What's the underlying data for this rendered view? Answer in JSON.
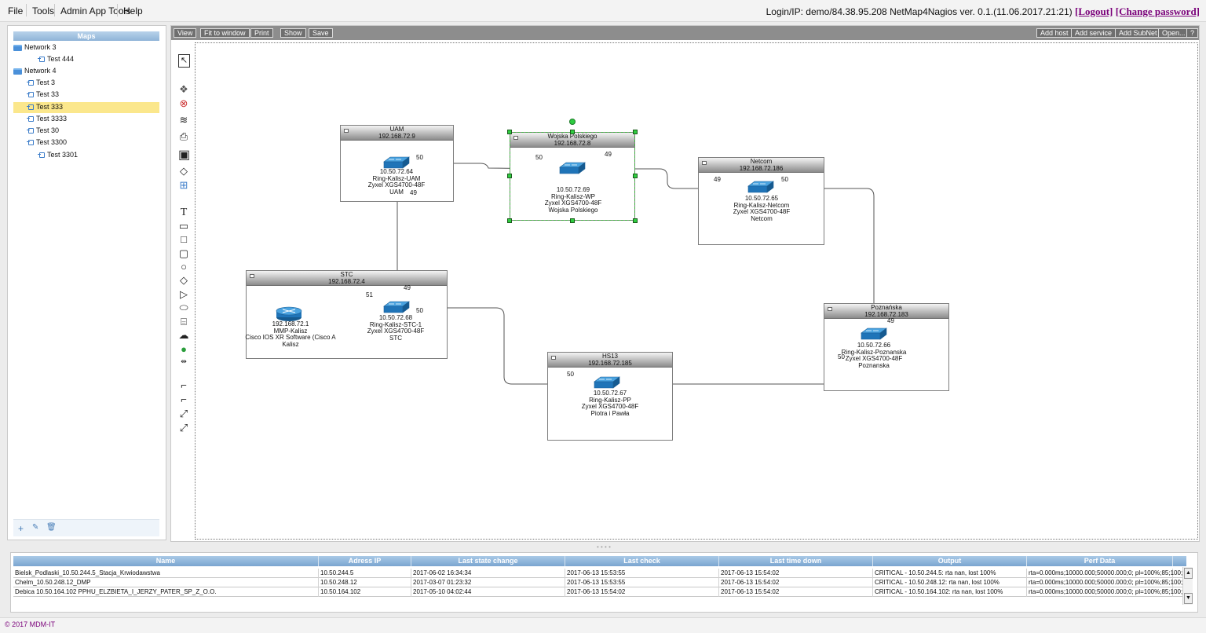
{
  "menubar": {
    "items": [
      "File",
      "Tools",
      "Admin App Tools",
      "Help"
    ],
    "login_text": "Login/IP: demo/84.38.95.208 NetMap4Nagios ver. 0.1.(11.06.2017.21:21)",
    "logout": "[Logout]",
    "change_password": "[Change password]"
  },
  "sidebar": {
    "title": "Maps",
    "items": [
      {
        "label": "Network 3",
        "type": "folder"
      },
      {
        "label": "Test 444",
        "type": "map"
      },
      {
        "label": "Network 4",
        "type": "folder"
      },
      {
        "label": "Test 3",
        "type": "map"
      },
      {
        "label": "Test 33",
        "type": "map"
      },
      {
        "label": "Test 333",
        "type": "map",
        "selected": true
      },
      {
        "label": "Test 3333",
        "type": "map"
      },
      {
        "label": "Test 30",
        "type": "map"
      },
      {
        "label": "Test 3300",
        "type": "map"
      },
      {
        "label": "Test 3301",
        "type": "map"
      }
    ],
    "footer_icons": [
      "plus-icon",
      "pencil-icon",
      "trash-icon"
    ]
  },
  "toolbar": {
    "left": [
      "View",
      "Fit to window",
      "Print",
      "Show",
      "Save"
    ],
    "right": [
      "Add host",
      "Add service",
      "Add SubNet",
      "Open...",
      "?"
    ]
  },
  "tools": [
    "pointer-icon",
    "switch-icon",
    "router-icon",
    "wifi-icon",
    "printer-icon",
    "server-icon",
    "diamond-icon",
    "network-icon",
    "text-icon",
    "note-icon",
    "rectangle-icon",
    "rounded-rect-icon",
    "ellipse-icon",
    "rhombus-icon",
    "triangle-icon",
    "cylinder-h-icon",
    "cylinder-icon",
    "cloud-icon",
    "globe-icon",
    "link-icon",
    "connector-elbow-icon",
    "connector-step-icon",
    "connector-line-icon",
    "line-icon"
  ],
  "nodes": [
    {
      "id": "uam",
      "title": "UAM",
      "ip": "192.168.72.9",
      "lines": [
        "10.50.72.64",
        "Ring-Kalisz-UAM",
        "Zyxel XGS4700-48F",
        "UAM"
      ]
    },
    {
      "id": "wp",
      "title": "Wojska Polskiego",
      "ip": "192.168.72.8",
      "lines": [
        "10.50.72.69",
        "Ring-Kalisz-WP",
        "Zyxel XGS4700-48F",
        "Wojska Polskiego"
      ]
    },
    {
      "id": "netcom",
      "title": "Netcom",
      "ip": "192.168.72.186",
      "lines": [
        "10.50.72.65",
        "Ring-Kalisz-Netcom",
        "Zyxel XGS4700-48F",
        "Netcom"
      ]
    },
    {
      "id": "stc",
      "title": "STC",
      "ip": "192.168.72.4",
      "lines": [
        "10.50.72.68",
        "Ring-Kalisz-STC-1",
        "Zyxel XGS4700-48F",
        "STC"
      ],
      "router_lines": [
        "192.168.72.1",
        "MMP-Kalisz",
        "Cisco IOS XR Software (Cisco A",
        "Kalisz"
      ]
    },
    {
      "id": "poznanska",
      "title": "Poznańska",
      "ip": "192.168.72.183",
      "lines": [
        "10.50.72.66",
        "Ring-Kalisz-Poznanska",
        "Zyxel XGS4700-48F",
        "Poznanska"
      ]
    },
    {
      "id": "hs13",
      "title": "HS13",
      "ip": "192.168.72.185",
      "lines": [
        "10.50.72.67",
        "Ring-Kalisz-PP",
        "Zyxel XGS4700-48F",
        "Piotra i Pawła"
      ]
    }
  ],
  "ports": [
    "50",
    "49",
    "50",
    "49",
    "49",
    "50",
    "49",
    "51",
    "50",
    "49",
    "50",
    "50"
  ],
  "grid": {
    "columns": [
      "Name",
      "Adress IP",
      "Last state change",
      "Last check",
      "Last time down",
      "Output",
      "Perf Data"
    ],
    "rows": [
      [
        "Bielsk_Podlaski_10.50.244.5_Stacja_Krwiodawstwa",
        "10.50.244.5",
        "2017-06-02 16:34:34",
        "2017-06-13 15:53:55",
        "2017-06-13 15:54:02",
        "CRITICAL - 10.50.244.5: rta nan, lost 100%",
        "rta=0.000ms;10000.000;50000.000;0; pl=100%;85;100;;"
      ],
      [
        "Chelm_10.50.248.12_DMP",
        "10.50.248.12",
        "2017-03-07 01:23:32",
        "2017-06-13 15:53:55",
        "2017-06-13 15:54:02",
        "CRITICAL - 10.50.248.12: rta nan, lost 100%",
        "rta=0.000ms;10000.000;50000.000;0; pl=100%;85;100;;"
      ],
      [
        "Debica 10.50.164.102 PPHU_ELZBIETA_I_JERZY_PATER_SP_Z_O.O.",
        "10.50.164.102",
        "2017-05-10 04:02:44",
        "2017-06-13 15:54:02",
        "2017-06-13 15:54:02",
        "CRITICAL - 10.50.164.102: rta nan, lost 100%",
        "rta=0.000ms;10000.000;50000.000;0; pl=100%;85;100;;"
      ]
    ]
  },
  "footer": {
    "copyright": "© 2017 MDM-IT"
  }
}
